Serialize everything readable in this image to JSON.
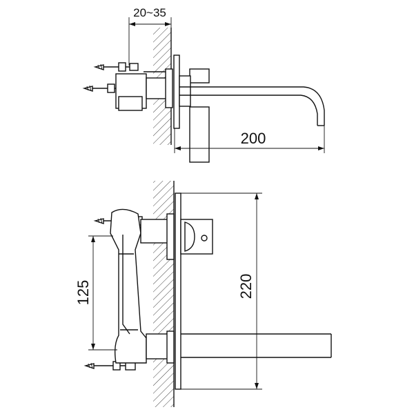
{
  "dimensions": {
    "wall_depth": "20~35",
    "spout_length": "200",
    "total_height": "220",
    "handle_spacing": "125"
  }
}
